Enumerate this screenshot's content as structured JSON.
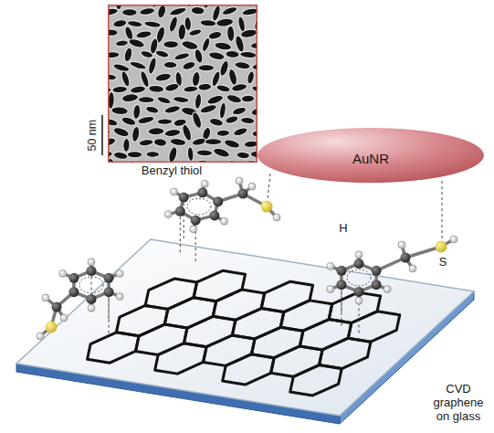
{
  "diagram": {
    "nodes": [
      {
        "text": [
          "50 nm",
          "Benzyl thiol"
        ]
      },
      {
        "text": [
          "AuNR"
        ]
      }
    ],
    "labels": [
      "H",
      "S",
      "CVD graphene on glass"
    ]
  }
}
